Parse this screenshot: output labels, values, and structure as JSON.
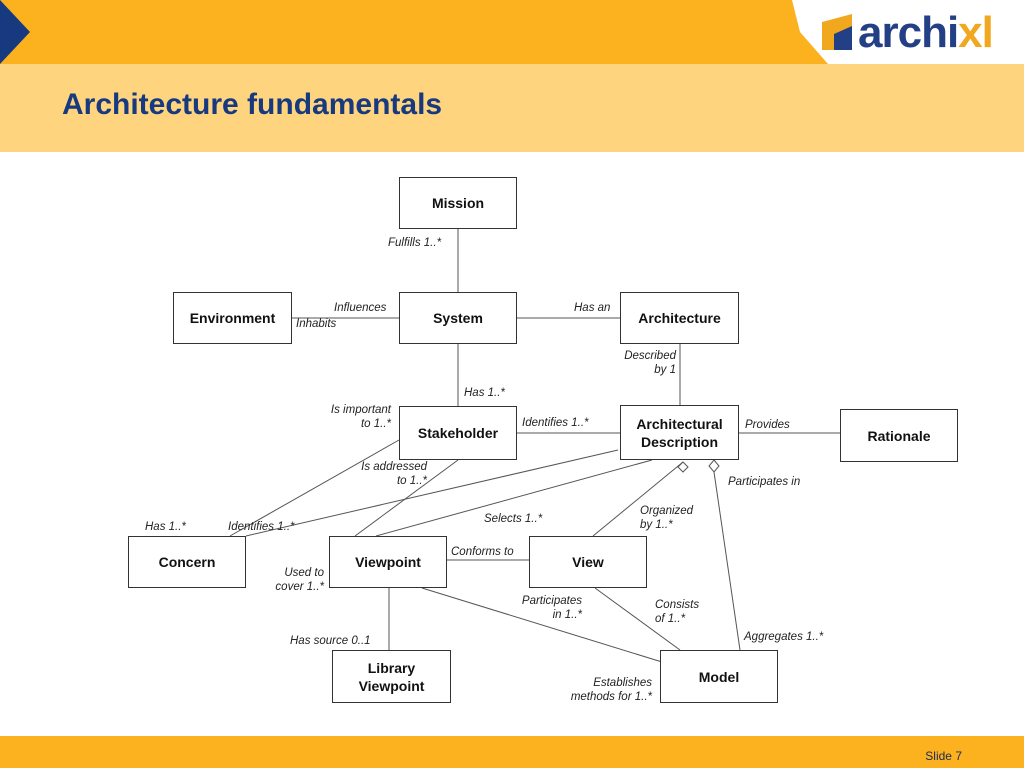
{
  "slide": {
    "title": "Architecture fundamentals",
    "slide_number": "Slide 7",
    "logo_prefix": "archi",
    "logo_suffix": "xl"
  },
  "colors": {
    "top_bar": "#fcb11f",
    "title_band": "#fed47e",
    "title_text": "#17397f",
    "accent_dark": "#233f85"
  },
  "diagram": {
    "nodes": {
      "mission": "Mission",
      "environment": "Environment",
      "system": "System",
      "architecture": "Architecture",
      "stakeholder": "Stakeholder",
      "architectural_description": "Architectural\nDescription",
      "rationale": "Rationale",
      "concern": "Concern",
      "viewpoint": "Viewpoint",
      "view": "View",
      "library_viewpoint": "Library\nViewpoint",
      "model": "Model"
    },
    "labels": {
      "fulfills": "Fulfills 1..*",
      "influences": "Influences",
      "inhabits": "Inhabits",
      "has_an": "Has an",
      "described_by": "Described\nby 1",
      "has_stakeholder": "Has 1..*",
      "is_important_to": "Is important\nto 1..*",
      "identifies_stakeholder": "Identifies 1..*",
      "provides": "Provides",
      "is_addressed_to": "Is addressed\nto 1..*",
      "participates_in": "Participates in",
      "has_concern": "Has 1..*",
      "identifies_concern": "Identifies 1..*",
      "selects": "Selects 1..*",
      "organized_by": "Organized\nby 1..*",
      "conforms_to": "Conforms to",
      "used_to_cover": "Used to\ncover 1..*",
      "participates_in_view": "Participates\nin 1..*",
      "consists_of": "Consists\nof 1..*",
      "aggregates": "Aggregates 1..*",
      "has_source": "Has source 0..1",
      "establishes_methods": "Establishes\nmethods for 1..*"
    }
  }
}
